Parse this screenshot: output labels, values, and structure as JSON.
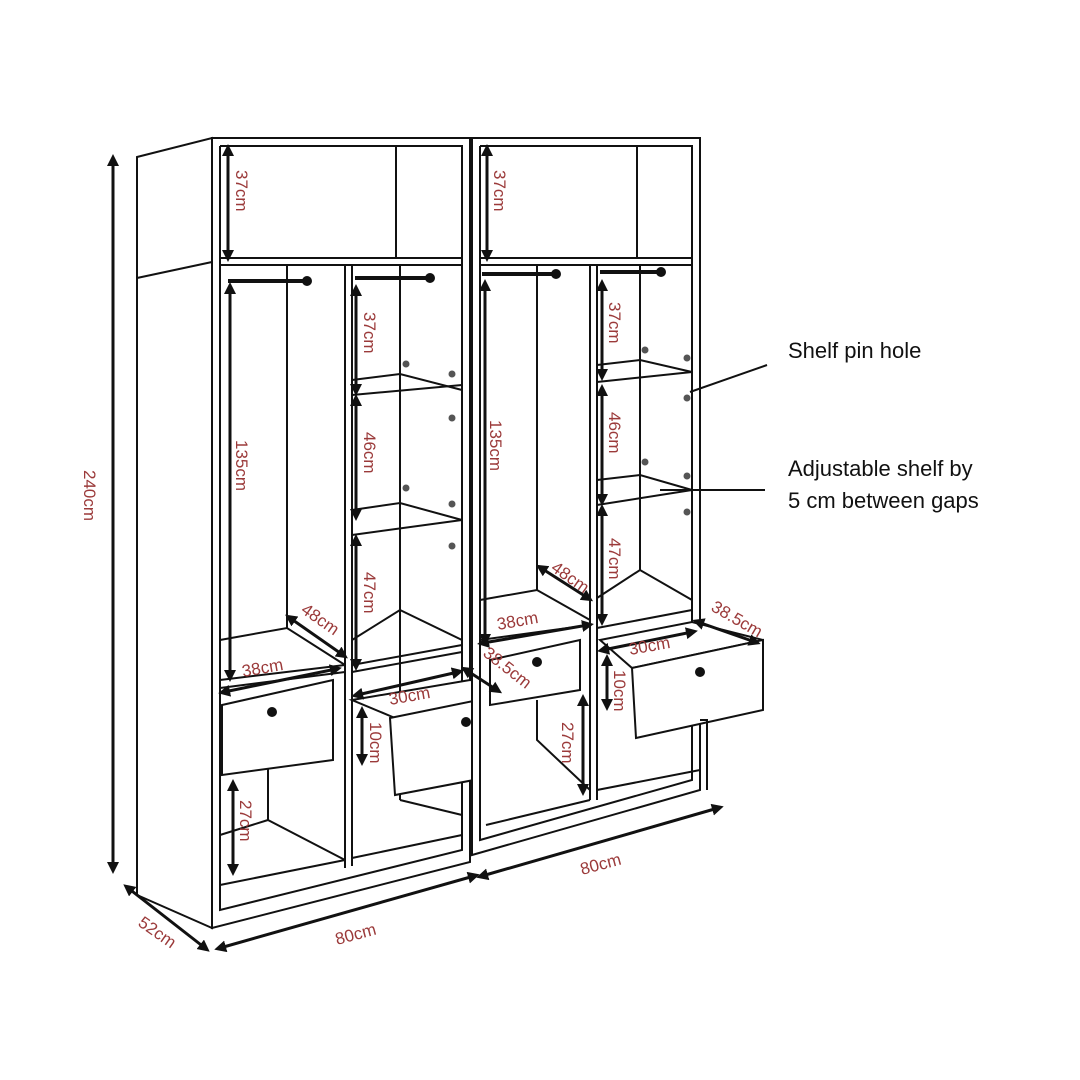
{
  "diagram": {
    "dimensions": {
      "height_total": "240cm",
      "depth": "52cm",
      "width_left": "80cm",
      "width_right": "80cm",
      "top_left": "37cm",
      "top_right": "37cm",
      "hang_left": "135cm",
      "hang_right": "135cm",
      "shelf_a_left": "37cm",
      "shelf_b_left": "46cm",
      "shelf_c_left": "47cm",
      "shelf_a_right": "37cm",
      "shelf_b_right": "46cm",
      "shelf_c_right": "47cm",
      "depth_inner_left": "48cm",
      "depth_inner_right": "48cm",
      "width_inner_left": "38cm",
      "width_inner_right": "38cm",
      "drawer_w_left": "30cm",
      "drawer_w_right": "30cm",
      "drawer_d_left": "38.5cm",
      "drawer_d_right": "38.5cm",
      "drawer_h_left": "10cm",
      "drawer_h_right": "10cm",
      "bottom_left": "27cm",
      "bottom_right": "27cm"
    },
    "annotations": {
      "pin_hole": "Shelf pin hole",
      "adjustable_line1": "Adjustable shelf by",
      "adjustable_line2": "5 cm between gaps"
    },
    "colors": {
      "dimension_text": "#9b3a3a",
      "lines": "#111111"
    }
  }
}
